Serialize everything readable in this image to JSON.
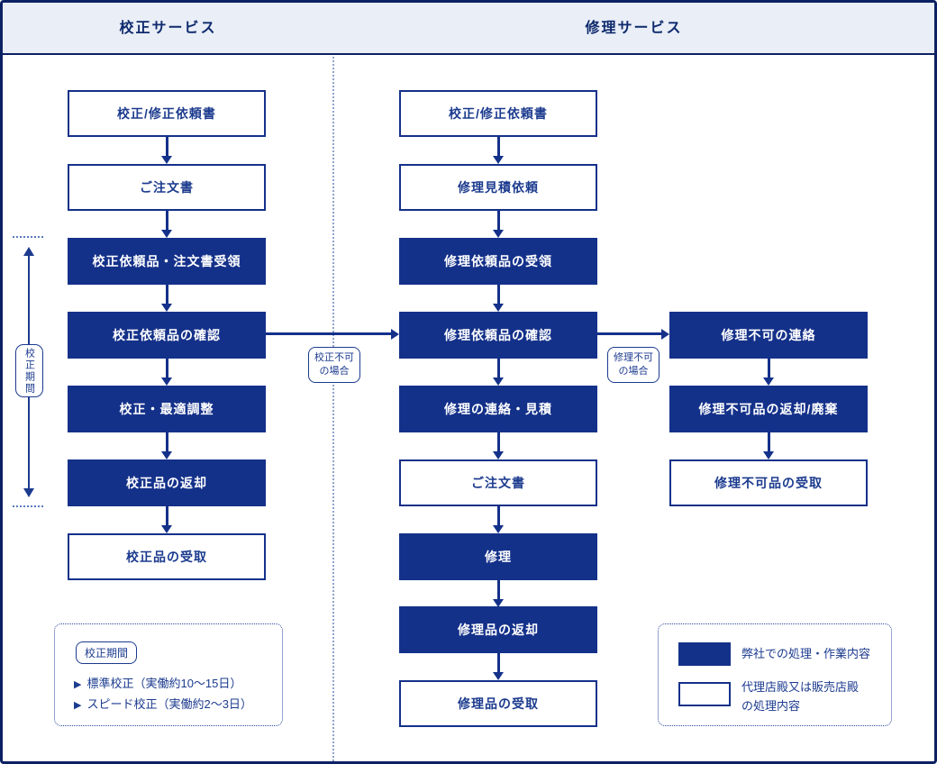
{
  "header": {
    "left_title": "校正サービス",
    "right_title": "修理サービス"
  },
  "flow": {
    "calibration": {
      "boxes": [
        {
          "label": "校正/修正依頼書",
          "style": "outline"
        },
        {
          "label": "ご注文書",
          "style": "outline"
        },
        {
          "label": "校正依頼品・注文書受領",
          "style": "filled"
        },
        {
          "label": "校正依頼品の確認",
          "style": "filled"
        },
        {
          "label": "校正・最適調整",
          "style": "filled"
        },
        {
          "label": "校正品の返却",
          "style": "filled"
        },
        {
          "label": "校正品の受取",
          "style": "outline"
        }
      ]
    },
    "repair": {
      "boxes": [
        {
          "label": "校正/修正依頼書",
          "style": "outline"
        },
        {
          "label": "修理見積依頼",
          "style": "outline"
        },
        {
          "label": "修理依頼品の受領",
          "style": "filled"
        },
        {
          "label": "修理依頼品の確認",
          "style": "filled"
        },
        {
          "label": "修理の連絡・見積",
          "style": "filled"
        },
        {
          "label": "ご注文書",
          "style": "outline"
        },
        {
          "label": "修理",
          "style": "filled"
        },
        {
          "label": "修理品の返却",
          "style": "filled"
        },
        {
          "label": "修理品の受取",
          "style": "outline"
        }
      ]
    },
    "repair_impossible": {
      "boxes": [
        {
          "label": "修理不可の連絡",
          "style": "filled"
        },
        {
          "label": "修理不可品の返却/廃棄",
          "style": "filled"
        },
        {
          "label": "修理不可品の受取",
          "style": "outline"
        }
      ]
    }
  },
  "connectors": {
    "calibration_ng": {
      "line1": "校正不可",
      "line2": "の場合"
    },
    "repair_ng": {
      "line1": "修理不可",
      "line2": "の場合"
    }
  },
  "period_marker": {
    "label": "校正期間"
  },
  "info_panel": {
    "title": "校正期間",
    "bullet": "▶",
    "items": [
      "標準校正（実働約10〜15日）",
      "スピード校正（実働約2〜3日）"
    ]
  },
  "legend": {
    "filled_label": "弊社での処理・作業内容",
    "outline_label_line1": "代理店殿又は販売店殿",
    "outline_label_line2": "の処理内容"
  },
  "colors": {
    "navy_fill": "#14318a",
    "navy_text": "#1c3b8f",
    "header_bg": "#e9eef7",
    "outer_border": "#0c2163",
    "divider_dotted": "#8fa3cc"
  }
}
